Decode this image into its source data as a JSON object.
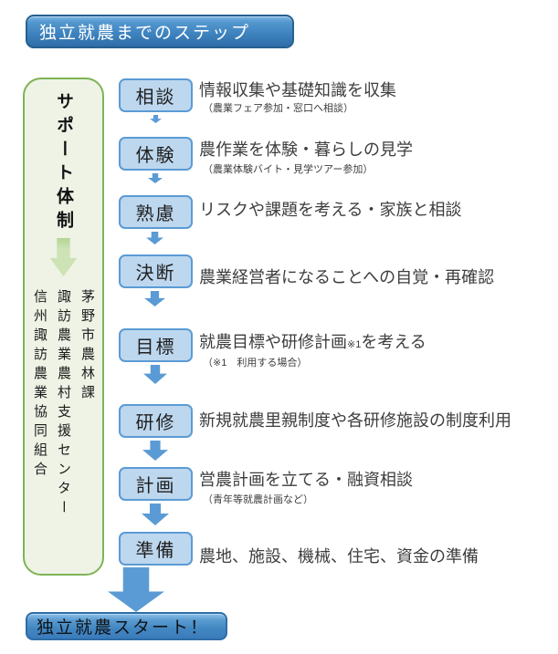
{
  "title": "独立就農までのステップ",
  "support": {
    "label": "サポート体制",
    "arrow_icon": "green-down-block-arrow",
    "organizations": {
      "org1": "茅野市農林課",
      "org2": "諏訪農業農村支援センター",
      "org3": "信州諏訪農業協同組合"
    }
  },
  "steps": [
    {
      "label": "相談",
      "description": "情報収集や基礎知識を収集",
      "note": "（農業フェア参加・窓口へ相談）"
    },
    {
      "label": "体験",
      "description": "農作業を体験・暮らしの見学",
      "note": "（農業体験バイト・見学ツアー参加）"
    },
    {
      "label": "熟慮",
      "description": "リスクや課題を考える・家族と相談"
    },
    {
      "label": "決断",
      "description": "農業経営者になることへの自覚・再確認"
    },
    {
      "label": "目標",
      "description": "就農目標や研修計画",
      "description_ref": "※1",
      "description_suffix": "を考える",
      "note": "（※1　利用する場合）"
    },
    {
      "label": "研修",
      "description": "新規就農里親制度や各研修施設の制度利用"
    },
    {
      "label": "計画",
      "description": "営農計画を立てる・融資相談",
      "note": "（青年等就農計画など）"
    },
    {
      "label": "準備",
      "description": "農地、施設、機械、住宅、資金の準備"
    }
  ],
  "footer": {
    "label": "独立就農スタート！"
  },
  "colors": {
    "step_box_fill": "#bdd7ee",
    "step_box_border": "#5b9bd5",
    "arrow_blue": "#5b9bd5",
    "support_fill": "#eef3e6",
    "support_border": "#7fb356",
    "support_arrow_fill": "#cde3b5",
    "title_gradient_top": "#7db8e4",
    "title_gradient_bottom": "#2e6da8",
    "title_text": "#ffffff",
    "footer_text": "#101418",
    "description_text": "#3d3d3d"
  }
}
